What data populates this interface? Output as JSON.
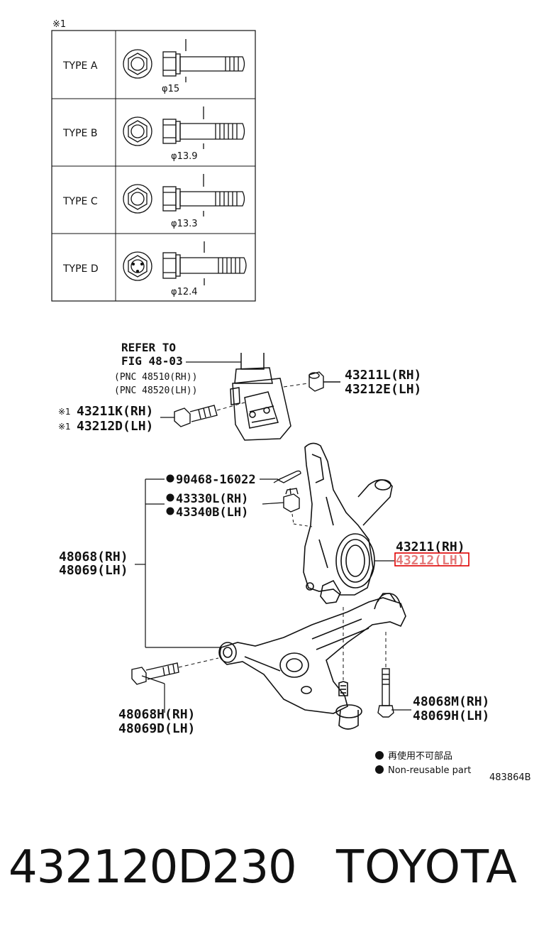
{
  "table": {
    "note_mark": "※1",
    "rows": [
      {
        "type": "TYPE A",
        "dia": "φ15"
      },
      {
        "type": "TYPE B",
        "dia": "φ13.9"
      },
      {
        "type": "TYPE C",
        "dia": "φ13.3"
      },
      {
        "type": "TYPE D",
        "dia": "φ12.4"
      }
    ]
  },
  "labels": {
    "refer1": "REFER TO",
    "refer2": "FIG 48-03",
    "pnc1": "(PNC 48510(RH))",
    "pnc2": "(PNC 48520(LH))",
    "nut_rh": "43211L(RH)",
    "nut_lh": "43212E(LH)",
    "mark1": "※1",
    "mark2": "※1",
    "bolt_rh": "43211K(RH)",
    "bolt_lh": "43212D(LH)",
    "pin": "90468-16022",
    "castle_rh": "43330L(RH)",
    "castle_lh": "43340B(LH)",
    "arm_rh": "48068(RH)",
    "arm_lh": "48069(LH)",
    "knuckle_rh": "43211(RH)",
    "knuckle_lh": "43212(LH)",
    "arm_bolt_r_rh": "48068M(RH)",
    "arm_bolt_r_lh": "48069H(LH)",
    "arm_bolt_f_rh": "48068H(RH)",
    "arm_bolt_f_lh": "48069D(LH)",
    "legend_jp": "再使用不可部品",
    "legend_en": "Non-reusable part",
    "fig_id": "483864B"
  },
  "footer": {
    "part_number": "432120D230",
    "brand": "TOYOTA"
  },
  "colors": {
    "line": "#111111",
    "highlight": "#e00000"
  }
}
